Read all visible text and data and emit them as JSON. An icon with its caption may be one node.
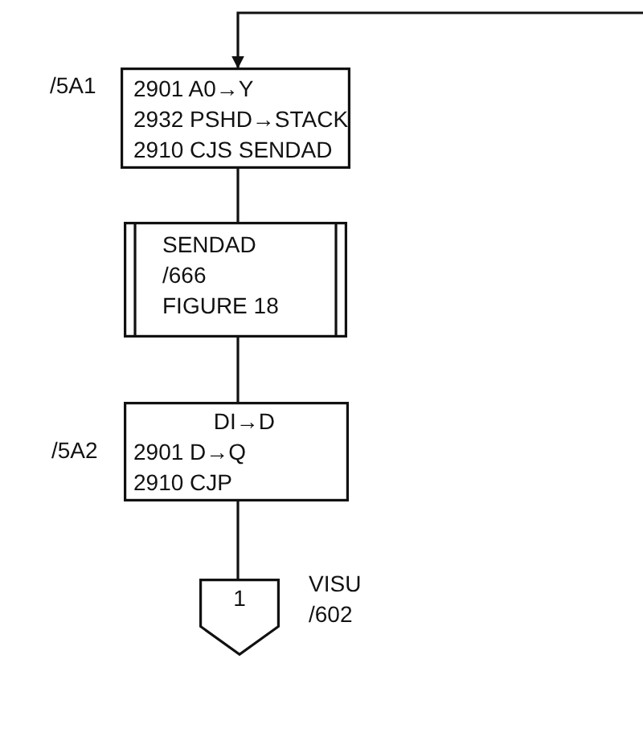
{
  "diagram": {
    "nodes": [
      {
        "text": [
          "2901 A0→Y",
          "2932 PSHD→STACK",
          "2910 CJS SENDAD"
        ],
        "beside": [
          "/5A1"
        ]
      },
      {
        "text": [
          "SENDAD",
          "/666",
          "FIGURE 18"
        ]
      },
      {
        "text": [
          "DI→D",
          "2901 D→Q",
          "2910 CJP"
        ],
        "beside": [
          "/5A2"
        ]
      },
      {
        "text": [
          "1"
        ],
        "beside": [
          "VISU",
          "/602"
        ]
      }
    ],
    "edges": [
      {
        "from": null,
        "to": 0,
        "arrow": "to"
      },
      {
        "from": 0,
        "to": 1,
        "arrow": "none"
      },
      {
        "from": 1,
        "to": 2,
        "arrow": "none"
      },
      {
        "from": 2,
        "to": 3,
        "arrow": "none"
      }
    ]
  }
}
